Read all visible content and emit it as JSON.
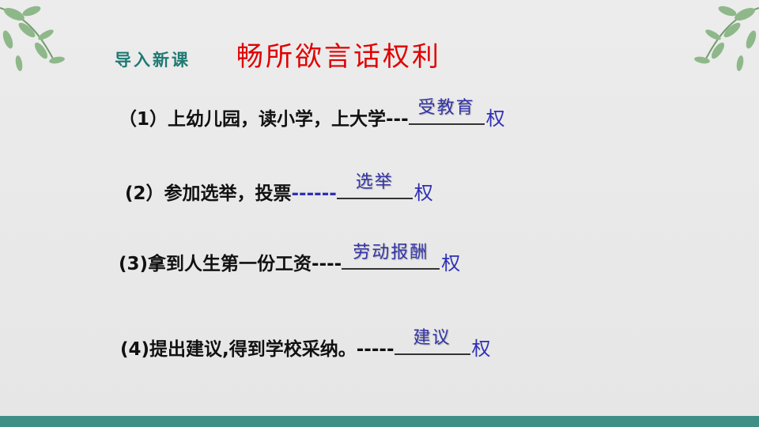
{
  "header": {
    "section_label": "导入新课",
    "title": "畅所欲言话权利"
  },
  "items": [
    {
      "prompt": "（1）上幼儿园，读小学，上大学",
      "dashes": "---",
      "answer": "受教育",
      "suffix": "权"
    },
    {
      "prompt": "(2）参加选举，投票",
      "dashes": "------",
      "answer": "选举",
      "suffix": "权"
    },
    {
      "prompt": "(3)拿到人生第一份工资",
      "dashes": "----",
      "answer": "劳动报酬",
      "suffix": "权"
    },
    {
      "prompt": "(4)提出建议,得到学校采纳。",
      "dashes": "-----",
      "answer": "建议",
      "suffix": "权"
    }
  ],
  "colors": {
    "section_label": "#1f7a73",
    "title": "#e00000",
    "answer": "#3434a8",
    "bottom_strip": "#3f8f87"
  },
  "decor": {
    "corners": "leaf-branch-icon"
  }
}
